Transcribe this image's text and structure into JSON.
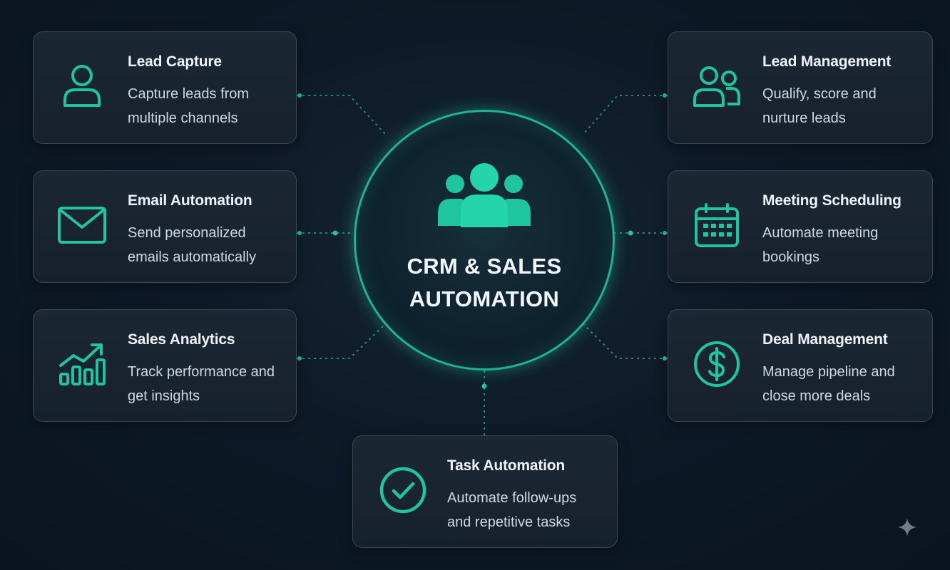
{
  "hub": {
    "title_line1": "CRM & SALES",
    "title_line2": "AUTOMATION",
    "icon": "team-icon"
  },
  "accent_color": "#1fc4a0",
  "features": {
    "lead_capture": {
      "title": "Lead Capture",
      "desc": "Capture leads from multiple channels",
      "icon": "user-icon"
    },
    "email_automation": {
      "title": "Email Automation",
      "desc": "Send personalized emails automatically",
      "icon": "envelope-icon"
    },
    "sales_analytics": {
      "title": "Sales Analytics",
      "desc": "Track performance and get insights",
      "icon": "growth-chart-icon"
    },
    "lead_management": {
      "title": "Lead Management",
      "desc": "Qualify, score and nurture leads",
      "icon": "users-icon"
    },
    "meeting_scheduling": {
      "title": "Meeting Scheduling",
      "desc": "Automate meeting bookings",
      "icon": "calendar-icon"
    },
    "deal_management": {
      "title": "Deal Management",
      "desc": "Manage pipeline and close more deals",
      "icon": "dollar-icon"
    },
    "task_automation": {
      "title": "Task Automation",
      "desc": "Automate follow-ups and repetitive tasks",
      "icon": "checkmark-icon"
    }
  },
  "watermark_icon": "sparkle-icon"
}
